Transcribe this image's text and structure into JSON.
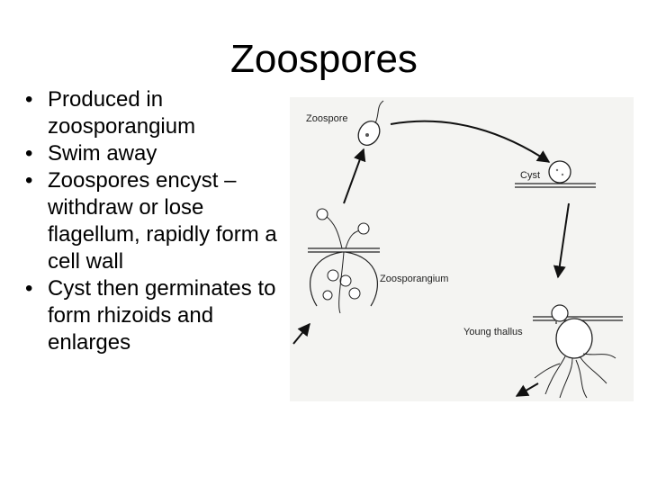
{
  "slide": {
    "title": "Zoospores",
    "bullets": [
      "Produced in zoosporangium",
      "Swim away",
      "Zoospores encyst – withdraw or lose flagellum, rapidly form a cell wall",
      "Cyst then germinates to form rhizoids and enlarges"
    ]
  },
  "figure": {
    "labels": {
      "zoospore": "Zoospore",
      "cyst": "Cyst",
      "zoosporangium": "Zoosporangium",
      "young_thallus": "Young thallus"
    }
  }
}
